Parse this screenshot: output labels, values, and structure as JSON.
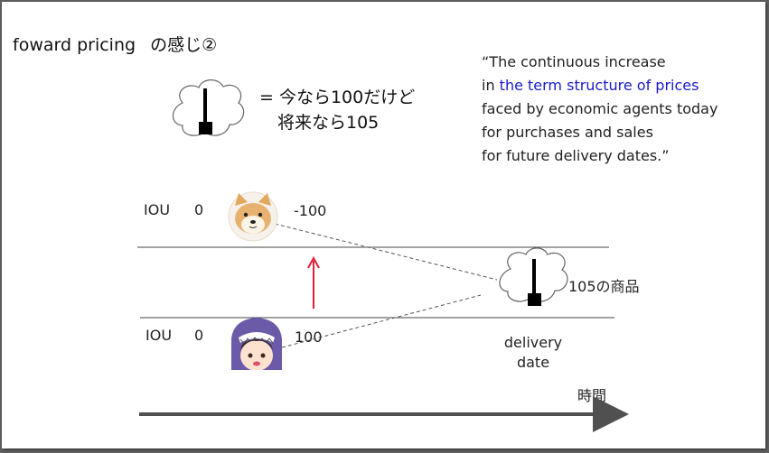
{
  "title": {
    "main": "foward pricing",
    "suffix": "の感じ②"
  },
  "equation": {
    "line1": "= 今なら100だけど",
    "line2": "将来なら105"
  },
  "quote": {
    "line1": "“The continuous increase",
    "line2_prefix": "in ",
    "line2_highlight": "the term structure of prices",
    "line3": "faced by economic agents today",
    "line4": "for purchases and sales",
    "line5": "for future delivery dates.”"
  },
  "top_row": {
    "iou": "IOU",
    "balance": "0",
    "amount": "-100"
  },
  "bottom_row": {
    "iou": "IOU",
    "balance": "0",
    "amount": "100"
  },
  "goods_label": "105の商品",
  "delivery": {
    "line1": "delivery",
    "line2": "date"
  },
  "time_axis_label": "時間",
  "colors": {
    "highlight": "#1a1acc",
    "red_arrow": "#e0203a",
    "time_arrow": "#505050",
    "line": "#444444"
  },
  "icons": {
    "cloud_item": "cloud-with-bar-icon",
    "dog": "shiba-dog-avatar",
    "girl": "shark-hood-girl-avatar"
  }
}
